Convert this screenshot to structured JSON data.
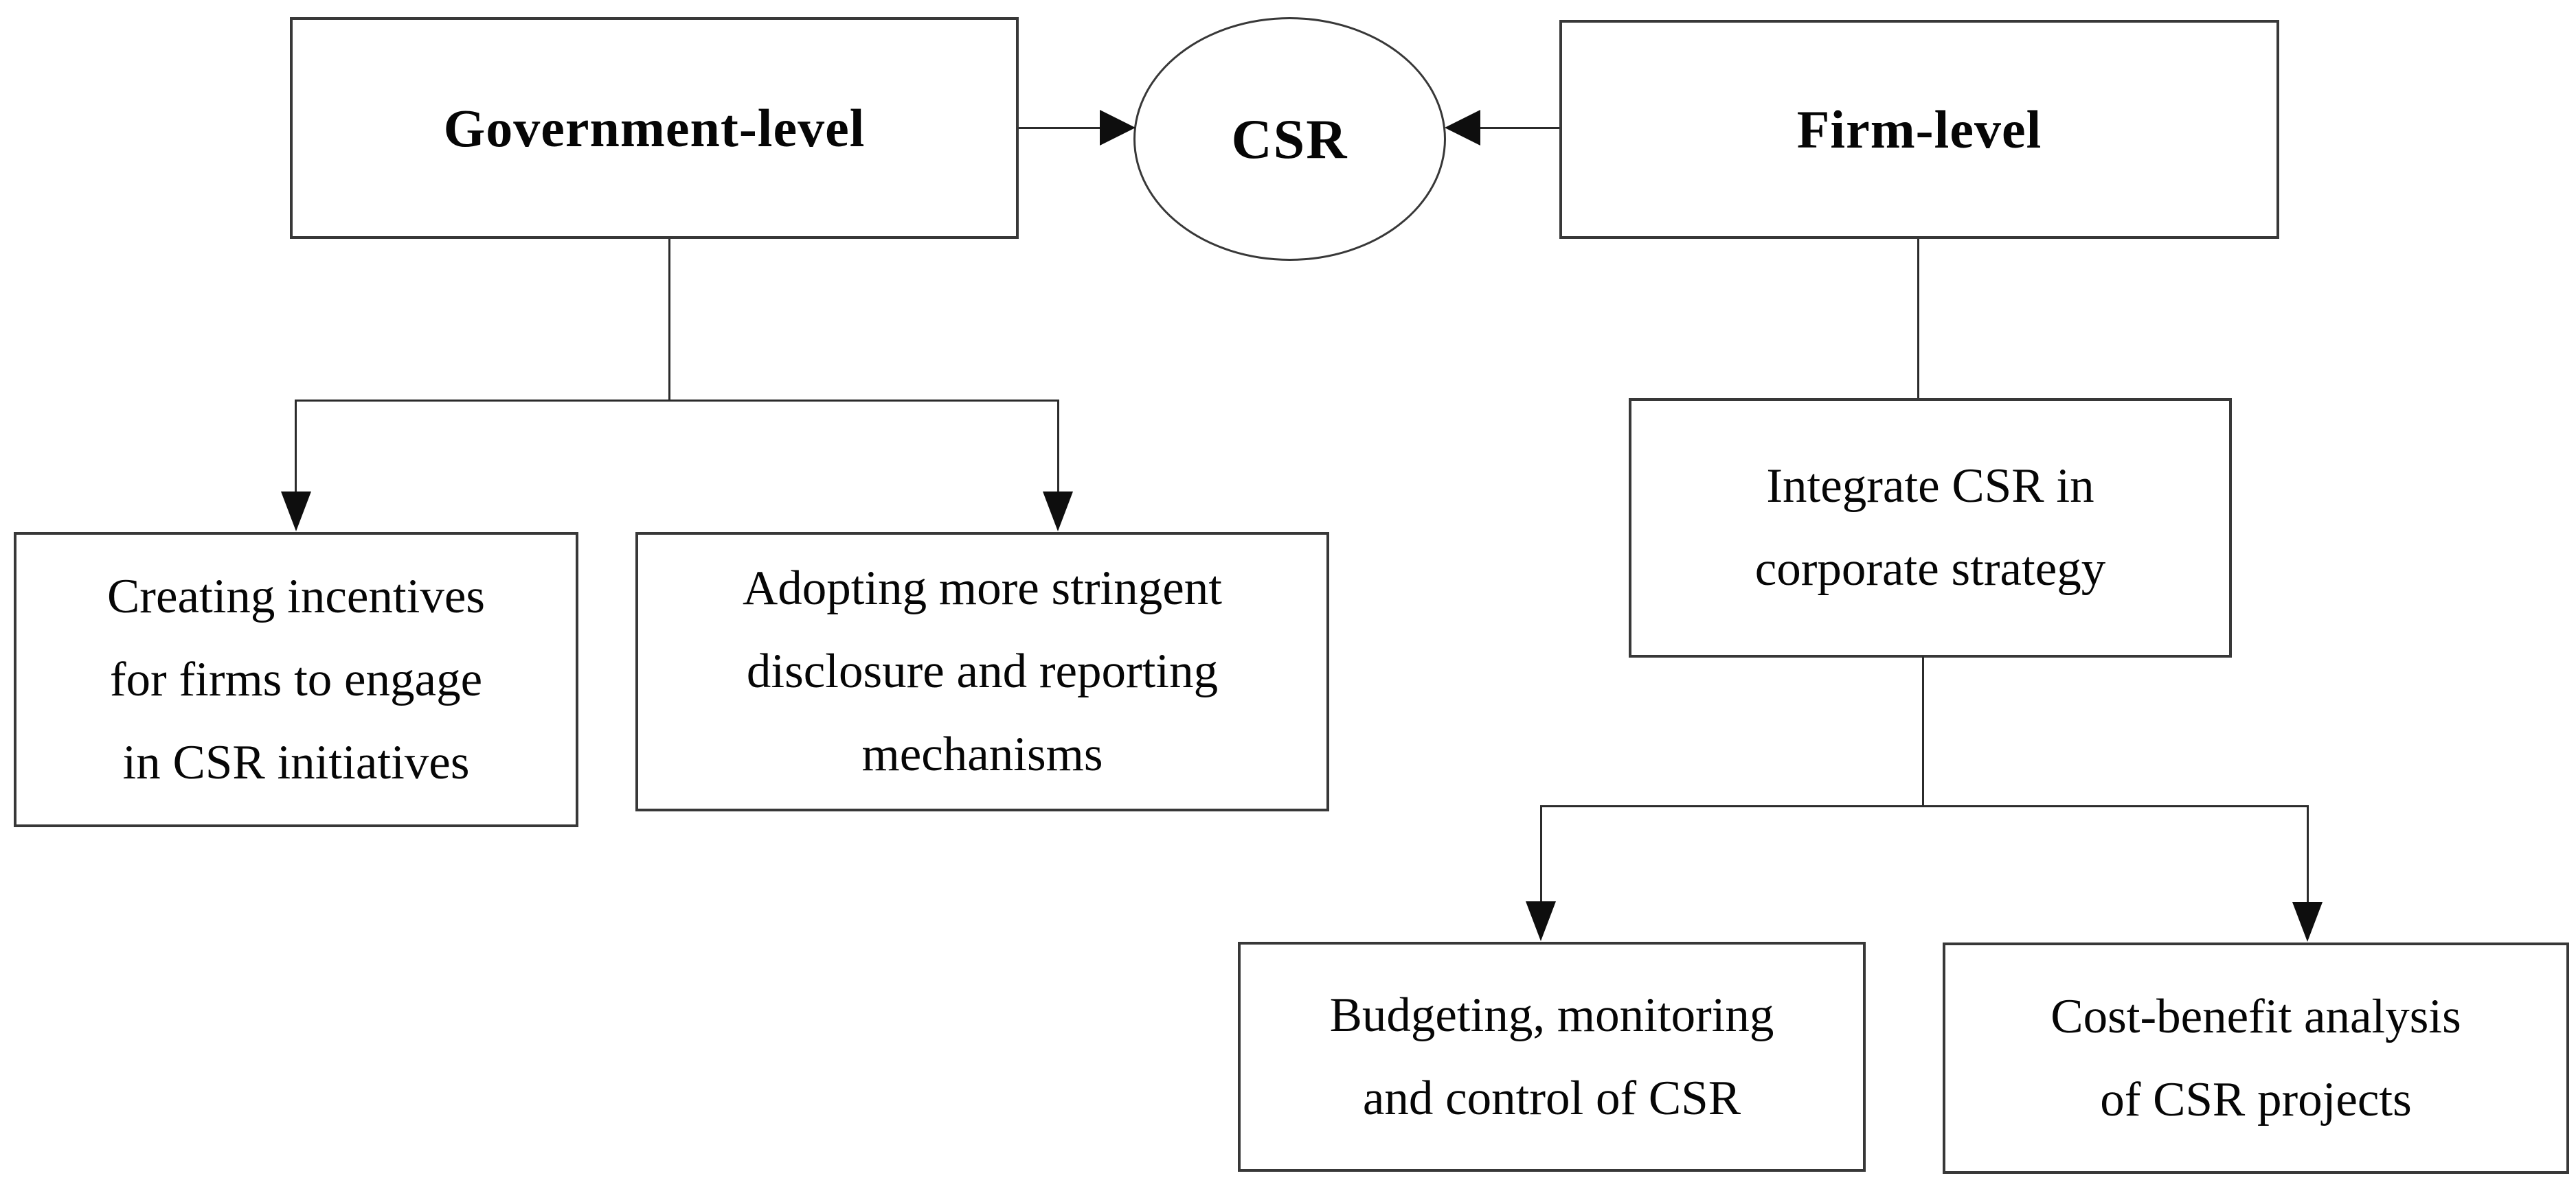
{
  "nodes": {
    "government": {
      "label": "Government-level"
    },
    "csr": {
      "label": "CSR"
    },
    "firm": {
      "label": "Firm-level"
    },
    "creating_incentives": {
      "lines": [
        "Creating incentives",
        "for firms to engage",
        "in CSR initiatives"
      ]
    },
    "adopting_mechanisms": {
      "lines": [
        "Adopting more stringent",
        "disclosure and reporting",
        "mechanisms"
      ]
    },
    "integrate_strategy": {
      "lines": [
        "Integrate CSR in",
        "corporate strategy"
      ]
    },
    "budgeting_control": {
      "lines": [
        "Budgeting, monitoring",
        "and control of CSR"
      ]
    },
    "cost_benefit": {
      "lines": [
        "Cost-benefit analysis",
        "of CSR projects"
      ]
    }
  },
  "edges": [
    {
      "from": "Government-level",
      "to": "CSR",
      "arrow": true
    },
    {
      "from": "Firm-level",
      "to": "CSR",
      "arrow": true
    },
    {
      "from": "Government-level",
      "to": "Creating incentives for firms to engage in CSR initiatives",
      "arrow": true
    },
    {
      "from": "Government-level",
      "to": "Adopting more stringent disclosure and reporting mechanisms",
      "arrow": true
    },
    {
      "from": "Firm-level",
      "to": "Integrate CSR in corporate strategy",
      "arrow": false
    },
    {
      "from": "Integrate CSR in corporate strategy",
      "to": "Budgeting, monitoring and control of CSR",
      "arrow": true
    },
    {
      "from": "Integrate CSR in corporate strategy",
      "to": "Cost-benefit analysis of CSR projects",
      "arrow": true
    }
  ],
  "colors": {
    "background": "#ffffff",
    "box_stroke": "#383838",
    "line_stroke": "#2b2b2b",
    "arrowhead": "#0e0e0e",
    "text": "#060606"
  }
}
